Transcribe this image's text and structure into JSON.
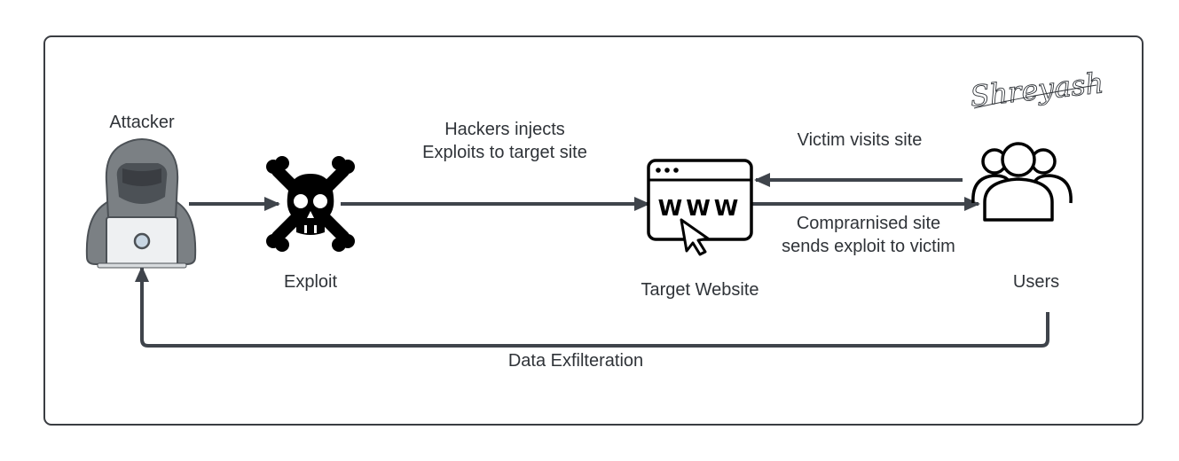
{
  "nodes": {
    "attacker": {
      "label": "Attacker",
      "icon": "hooded-hacker-icon"
    },
    "exploit": {
      "label": "Exploit",
      "icon": "skull-crossbones-icon"
    },
    "target_website": {
      "label": "Target Website",
      "icon": "www-browser-icon",
      "icon_text": "WWW"
    },
    "users": {
      "label": "Users",
      "icon": "users-group-icon"
    }
  },
  "edges": {
    "attacker_to_exploit": {
      "from": "attacker",
      "to": "exploit"
    },
    "exploit_to_target": {
      "from": "exploit",
      "to": "target_website",
      "label_lines": [
        "Hackers injects",
        "Exploits to target site"
      ]
    },
    "users_to_target": {
      "from": "users",
      "to": "target_website",
      "label": "Victim visits site"
    },
    "target_to_users": {
      "from": "target_website",
      "to": "users",
      "label_lines": [
        "Comprarnised site",
        "sends exploit to victim"
      ]
    },
    "users_to_attacker": {
      "from": "users",
      "to": "attacker",
      "label": "Data Exfilteration"
    }
  },
  "signature": "Shreyash",
  "colors": {
    "frame": "#3a3d42",
    "connector": "#3f444b",
    "text": "#2f3338",
    "hoodie": "#7b8084",
    "hoodie_dark": "#4c5156",
    "laptop": "#eef0f2"
  }
}
